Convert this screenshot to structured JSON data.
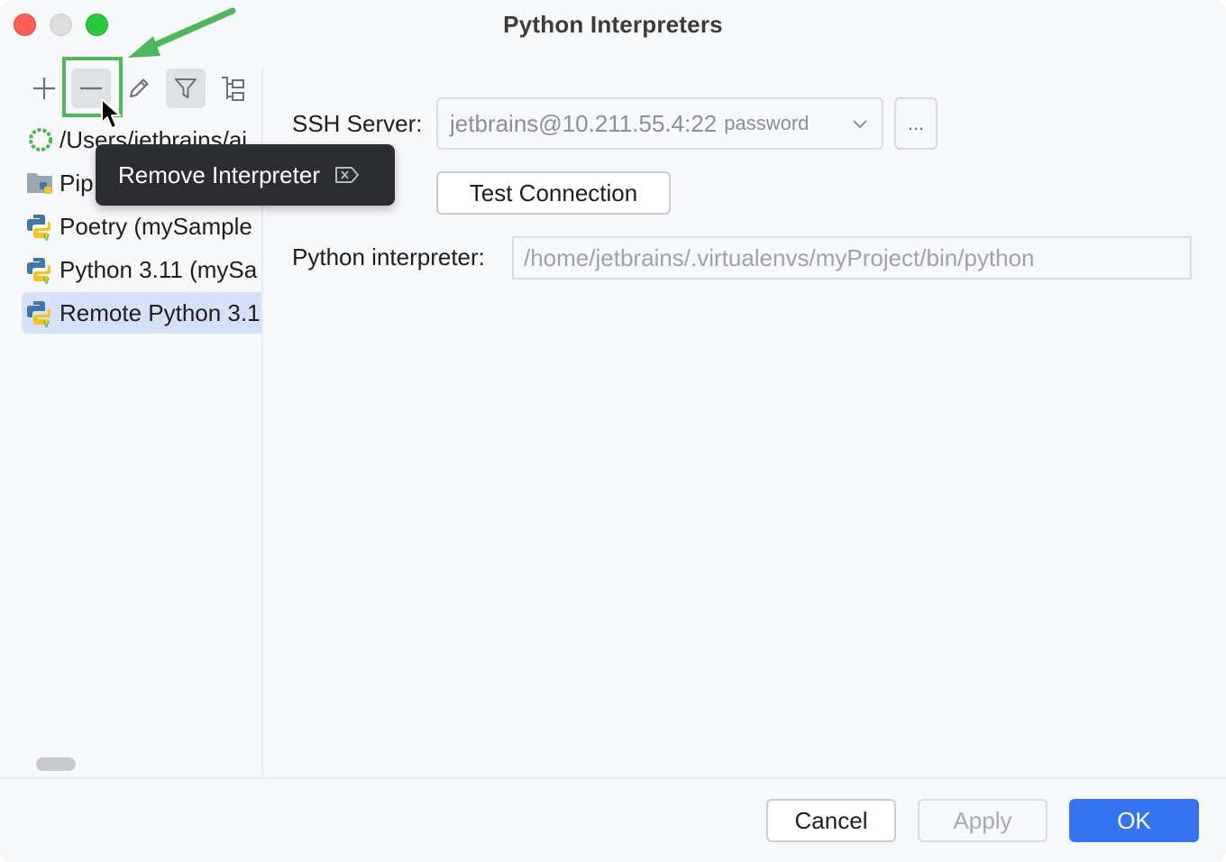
{
  "window": {
    "title": "Python Interpreters"
  },
  "toolbar": {
    "add_icon": "plus-icon",
    "remove_icon": "minus-icon",
    "edit_icon": "pencil-icon",
    "filter_icon": "filter-icon",
    "tree_icon": "tree-icon"
  },
  "tooltip": {
    "text": "Remove Interpreter"
  },
  "interpreters": [
    {
      "label": "/Users/jetbrains/ai",
      "icon": "conda-icon",
      "selected": false
    },
    {
      "label": "Pip",
      "icon": "folder-python-icon",
      "selected": false
    },
    {
      "label": "Poetry (mySample",
      "icon": "python-venv-icon",
      "selected": false
    },
    {
      "label": "Python 3.11 (mySa",
      "icon": "python-venv-icon",
      "selected": false
    },
    {
      "label": "Remote Python 3.1",
      "icon": "python-venv-icon",
      "selected": true
    }
  ],
  "details": {
    "ssh_label": "SSH Server:",
    "ssh_value": "jetbrains@10.211.55.4:22",
    "ssh_hint": "password",
    "browse_label": "...",
    "test_connection_label": "Test Connection",
    "python_label": "Python interpreter:",
    "python_path": "/home/jetbrains/.virtualenvs/myProject/bin/python"
  },
  "footer": {
    "cancel_label": "Cancel",
    "apply_label": "Apply",
    "ok_label": "OK"
  },
  "colors": {
    "accent": "#3574f0",
    "highlight": "#4bb85a",
    "selection": "#d5e1f8",
    "tooltip_bg": "#2b2d30"
  }
}
